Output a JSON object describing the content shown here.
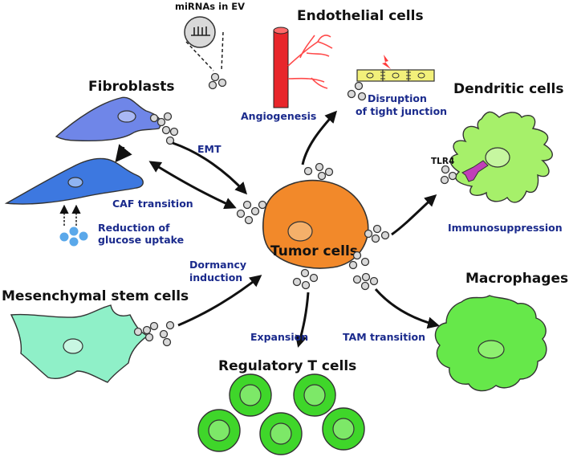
{
  "labels": {
    "mirnas_in_ev": "miRNAs in EV",
    "endothelial_cells": "Endothelial cells",
    "fibroblasts": "Fibroblasts",
    "angiogenesis": "Angiogenesis",
    "disruption_line1": "Disruption",
    "disruption_line2": "of tight junction",
    "dendritic_cells": "Dendritic cells",
    "emt": "EMT",
    "tlr4": "TLR4",
    "caf_transition": "CAF transition",
    "reduction_line1": "Reduction of",
    "reduction_line2": "glucose uptake",
    "immunosuppression": "Immunosuppression",
    "tumor_cells": "Tumor cells",
    "dormancy_line1": "Dormancy",
    "dormancy_line2": "induction",
    "mesenchymal_stem_cells": "Mesenchymal stem cells",
    "macrophages": "Macrophages",
    "expansion": "Expansion",
    "tam_transition": "TAM transition",
    "regulatory_t_cells": "Regulatory T cells"
  },
  "colors": {
    "fibroblast": "#6f86e8",
    "caf": "#3d78e0",
    "endothelial_vessel": "#e8262b",
    "capillary": "#ff4a4a",
    "junction_cell": "#f2f07a",
    "lightning": "#ff3b3b",
    "dendritic": "#a6f06a",
    "tlr4": "#c040b8",
    "tumor": "#f2892a",
    "tumor_nucleus": "#f5b06a",
    "msc": "#8ff0c8",
    "macrophage": "#66e84a",
    "treg": "#3fd62a",
    "glucose": "#5aa8ea",
    "ev": "#d9d9d9",
    "text_blue": "#1a2a8c"
  }
}
